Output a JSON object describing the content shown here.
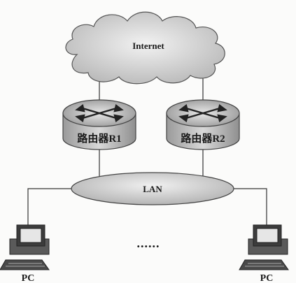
{
  "diagram": {
    "cloud": {
      "label": "Internet"
    },
    "routers": [
      {
        "label": "路由器R1"
      },
      {
        "label": "路由器R2"
      }
    ],
    "lan": {
      "label": "LAN"
    },
    "pcs": [
      {
        "label": "PC"
      },
      {
        "label": "PC"
      }
    ],
    "ellipsis": "......"
  }
}
